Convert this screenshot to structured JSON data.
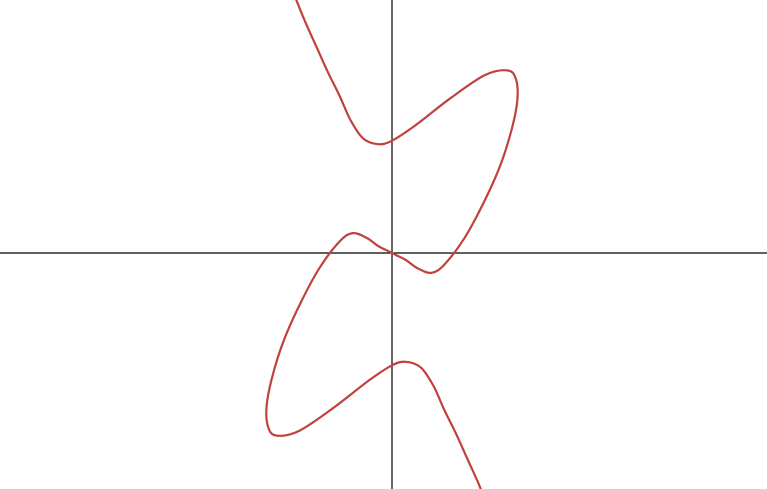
{
  "chart_data": {
    "type": "line",
    "title": "",
    "xlabel": "",
    "ylabel": "",
    "grid": false,
    "legend": "none",
    "axes": {
      "x_axis_at_y": 0,
      "y_axis_at_x": 0
    },
    "xlim": [
      -3.3,
      3.3
    ],
    "ylim": [
      -2.1,
      2.1
    ],
    "series": [
      {
        "color": "#c0413d",
        "segments": [
          [
            [
              -0.84,
              2.2
            ],
            [
              -0.75,
              1.98
            ],
            [
              -0.65,
              1.76
            ],
            [
              -0.55,
              1.54
            ],
            [
              -0.45,
              1.34
            ],
            [
              -0.36,
              1.14
            ],
            [
              -0.25,
              0.98
            ],
            [
              -0.12,
              0.93
            ],
            [
              0.0,
              0.96
            ],
            [
              0.2,
              1.09
            ],
            [
              0.5,
              1.32
            ],
            [
              0.8,
              1.52
            ],
            [
              1.0,
              1.56
            ],
            [
              1.07,
              1.48
            ],
            [
              1.08,
              1.3
            ],
            [
              1.03,
              1.05
            ],
            [
              0.93,
              0.74
            ],
            [
              0.78,
              0.41
            ],
            [
              0.62,
              0.12
            ],
            [
              0.45,
              -0.1
            ],
            [
              0.34,
              -0.17
            ],
            [
              0.22,
              -0.13
            ],
            [
              0.12,
              -0.06
            ],
            [
              0.04,
              -0.02
            ],
            [
              0.0,
              0.0
            ],
            [
              -0.04,
              0.02
            ],
            [
              -0.12,
              0.06
            ],
            [
              -0.22,
              0.13
            ],
            [
              -0.34,
              0.17
            ],
            [
              -0.45,
              0.1
            ],
            [
              -0.62,
              -0.12
            ],
            [
              -0.78,
              -0.41
            ],
            [
              -0.93,
              -0.74
            ],
            [
              -1.03,
              -1.05
            ],
            [
              -1.08,
              -1.3
            ],
            [
              -1.07,
              -1.48
            ],
            [
              -1.0,
              -1.56
            ],
            [
              -0.8,
              -1.52
            ],
            [
              -0.5,
              -1.32
            ],
            [
              -0.2,
              -1.09
            ],
            [
              0.0,
              -0.96
            ],
            [
              0.12,
              -0.93
            ],
            [
              0.25,
              -0.98
            ],
            [
              0.36,
              -1.14
            ],
            [
              0.45,
              -1.34
            ],
            [
              0.55,
              -1.54
            ],
            [
              0.65,
              -1.76
            ],
            [
              0.75,
              -1.98
            ],
            [
              0.8,
              -2.12
            ]
          ]
        ]
      }
    ]
  }
}
